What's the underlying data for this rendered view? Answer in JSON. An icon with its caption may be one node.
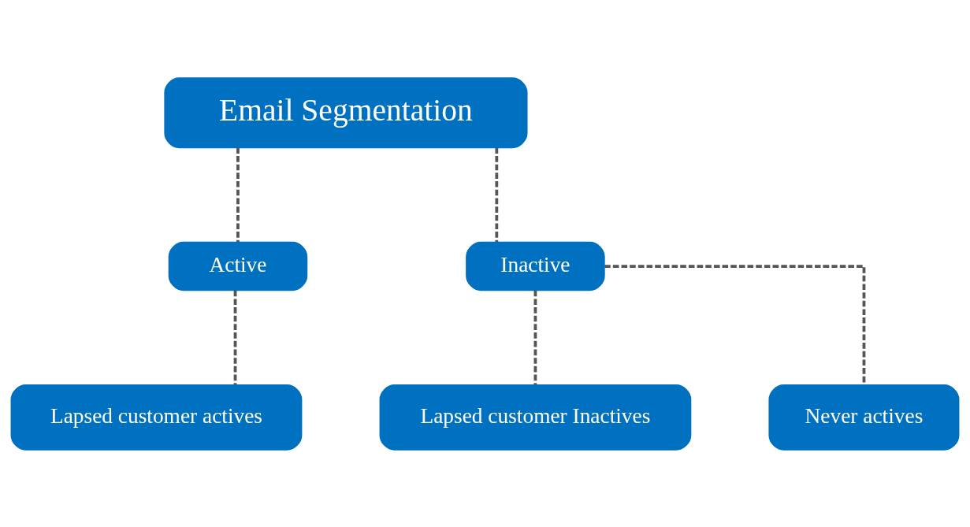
{
  "diagram": {
    "nodes": [
      {
        "text": [
          "Email Segmentation"
        ]
      },
      {
        "text": [
          "Active"
        ]
      },
      {
        "text": [
          "Inactive"
        ]
      },
      {
        "text": [
          "Lapsed customer actives"
        ]
      },
      {
        "text": [
          "Lapsed customer Inactives"
        ]
      },
      {
        "text": [
          "Never actives"
        ]
      }
    ],
    "edges": [
      {
        "from": 0,
        "to": 1,
        "arrow": "none",
        "style": "dashed"
      },
      {
        "from": 0,
        "to": 2,
        "arrow": "none",
        "style": "dashed"
      },
      {
        "from": 1,
        "to": 3,
        "arrow": "none",
        "style": "dashed"
      },
      {
        "from": 2,
        "to": 4,
        "arrow": "none",
        "style": "dashed"
      },
      {
        "from": 2,
        "to": 5,
        "arrow": "none",
        "style": "dashed"
      }
    ]
  }
}
